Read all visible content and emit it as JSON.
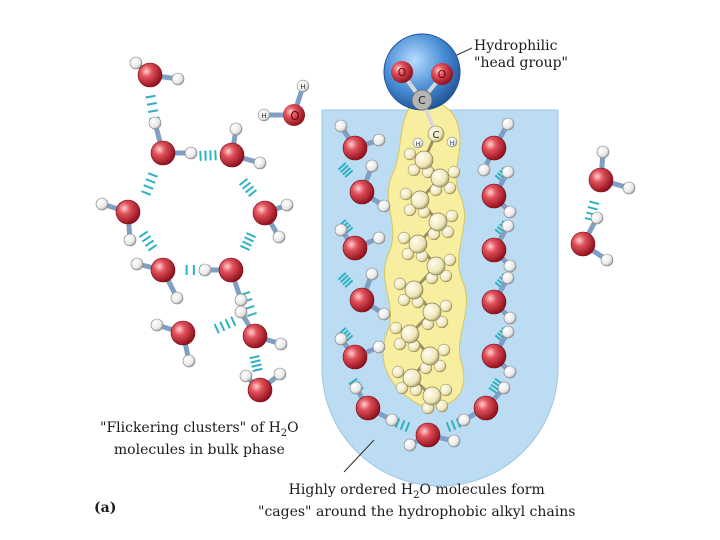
{
  "labels": {
    "head_group": {
      "line1": "Hydrophilic",
      "line2": "\"head group\""
    },
    "clusters": {
      "line1_pre": "\"Flickering clusters\" of H",
      "line1_sub": "2",
      "line1_post": "O",
      "line2": "molecules in bulk phase"
    },
    "cages": {
      "line1_pre": "Highly ordered H",
      "line1_sub": "2",
      "line1_post": "O molecules form",
      "line2": "\"cages\" around the hydrophobic alkyl chains"
    },
    "panel": "(a)"
  },
  "atoms": {
    "oxygen": "O",
    "hydrogen": "H",
    "carbon": "C"
  },
  "colors": {
    "oxygen": "#c8202c",
    "hydrogen": "#f4f4f4",
    "carbon_chain": "#f3ecc4",
    "tail_fill": "#f7ef9f",
    "cage_fill": "#bcdcf3",
    "head_fill": "#4a8fd6",
    "hbond": "#2cb2c2",
    "bond": "#7fa0c4"
  }
}
